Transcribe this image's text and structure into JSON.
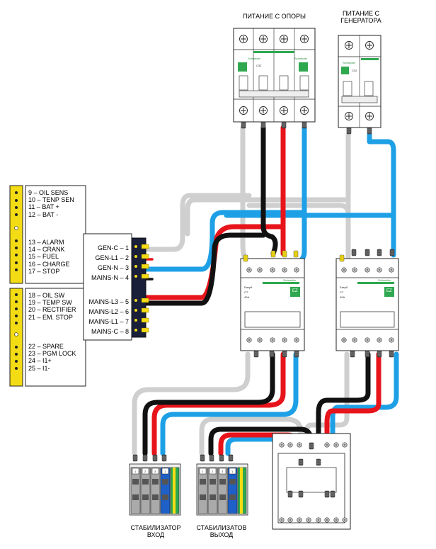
{
  "top_labels": {
    "mains_supply": "ПИТАНИЕ С ОПОРЫ",
    "generator_supply": [
      "ПИТАНИЕ С",
      "ГЕНЕРАТОРА"
    ]
  },
  "controller_terminals": {
    "group_a": [
      "9 – OIL SENS",
      "10 – TENP SEN",
      "11 – BAT +",
      "12 – BAT -"
    ],
    "group_b": [
      "13 – ALARM",
      "14 – CRANK",
      "15 – FUEL",
      "16 – CHARGE",
      "17 – STOP"
    ],
    "group_c": [
      "18 – OIL SW",
      "19 – TEMP SW",
      "20 – RECTIFIER",
      "21 – EM. STOP"
    ],
    "group_d": [
      "22 – SPARE",
      "23 – PGM LOCK",
      "24 – I1+",
      "25 – I1-"
    ]
  },
  "sensing_terminals": {
    "generator": [
      "GEN-C – 1",
      "GEN-L1 – 2",
      "GEN-N – 3",
      "MAINS-N – 4"
    ],
    "mains": [
      "MAINS-L3 – 5",
      "MAINS-L2 – 6",
      "MAINS-L1 – 7",
      "MAINS-C – 8"
    ]
  },
  "breaker": {
    "brand": "Schneider",
    "sub": "Electric",
    "rating": "C32"
  },
  "contactor": {
    "brand": "Schneider",
    "sub": "Electric",
    "series": "Easy9",
    "type": "CT",
    "rating": "40A",
    "logo": "EZ"
  },
  "bottom_labels": {
    "stabilizer_in": [
      "СТАБИЛИЗАТОР",
      "ВХОД"
    ],
    "stabilizer_out": [
      "СТАБИЛИЗАТОВ",
      "ВЫХОД"
    ]
  },
  "terminal_numbers": [
    "1",
    "2",
    "3",
    "1"
  ],
  "colors": {
    "phase_black": "#111111",
    "phase_red": "#e8141b",
    "neutral_blue": "#1ea0e6",
    "gray": "#cfcfcf",
    "terminal_yellow": "#f3dc14",
    "brand_green": "#2fa84f"
  }
}
